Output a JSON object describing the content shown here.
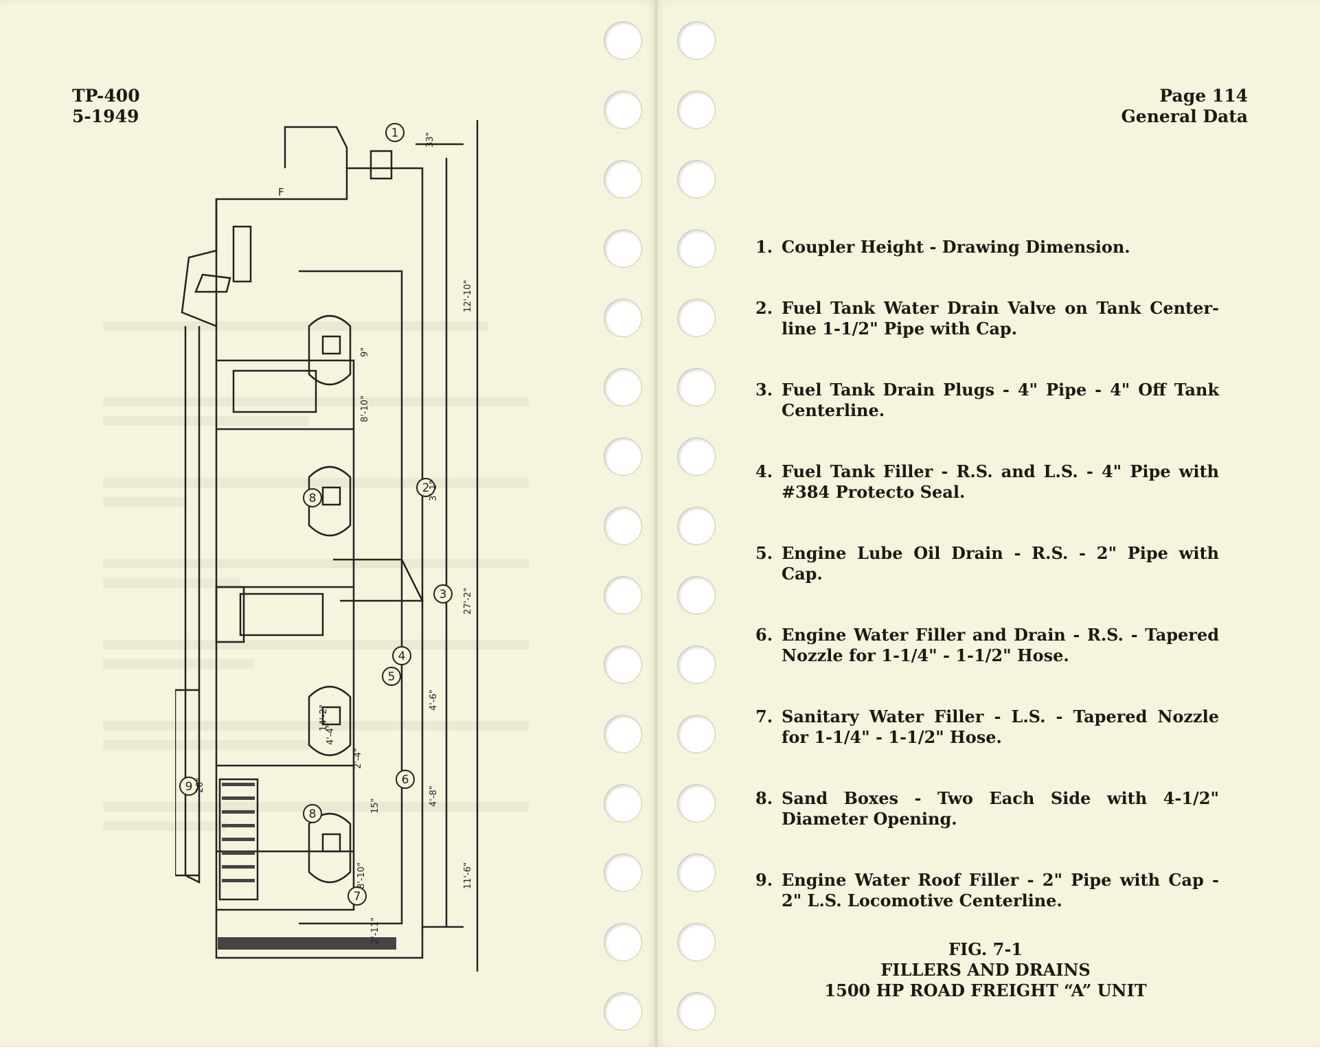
{
  "left_page": {
    "doc_number": "TP-400",
    "date": "5-1949"
  },
  "right_page": {
    "page_number": "Page 114",
    "section": "General Data"
  },
  "items": [
    {
      "num": "1.",
      "text": "Coupler Height - Drawing Dimension."
    },
    {
      "num": "2.",
      "text": "Fuel Tank Water Drain Valve on Tank Center-line 1-1/2\" Pipe with Cap."
    },
    {
      "num": "3.",
      "text": "Fuel Tank Drain Plugs - 4\" Pipe - 4\" Off Tank Centerline."
    },
    {
      "num": "4.",
      "text": "Fuel Tank Filler - R.S. and L.S. - 4\" Pipe with #384 Protecto Seal."
    },
    {
      "num": "5.",
      "text": "Engine Lube Oil Drain - R.S. - 2\" Pipe with Cap."
    },
    {
      "num": "6.",
      "text": "Engine Water Filler and Drain - R.S. - Tapered Nozzle for 1-1/4\" - 1-1/2\" Hose."
    },
    {
      "num": "7.",
      "text": "Sanitary Water Filler - L.S. - Tapered Nozzle for 1-1/4\" - 1-1/2\" Hose."
    },
    {
      "num": "8.",
      "text": "Sand Boxes - Two Each Side with 4-1/2\" Diameter Opening."
    },
    {
      "num": "9.",
      "text": "Engine Water Roof Filler - 2\" Pipe with Cap - 2\" L.S. Locomotive Centerline."
    }
  ],
  "caption": {
    "fig": "FIG. 7-1",
    "title": "FILLERS AND DRAINS",
    "subtitle": "1500 HP ROAD FREIGHT “A” UNIT"
  },
  "drawing": {
    "callouts": [
      "1",
      "2",
      "3",
      "4",
      "5",
      "6",
      "7",
      "8",
      "8",
      "9"
    ],
    "dimensions": [
      "33\"",
      "12'-10\"",
      "27'-2\"",
      "11'-6\"",
      "3'-1\"",
      "4'-6\"",
      "4'-8\"",
      "4'-4\"",
      "2'-4\"",
      "14'-2\"",
      "20\"",
      "15\"",
      "8'-10\"",
      "8'-10\"",
      "2'-11\"",
      "9\""
    ],
    "labels": [
      "F"
    ]
  }
}
